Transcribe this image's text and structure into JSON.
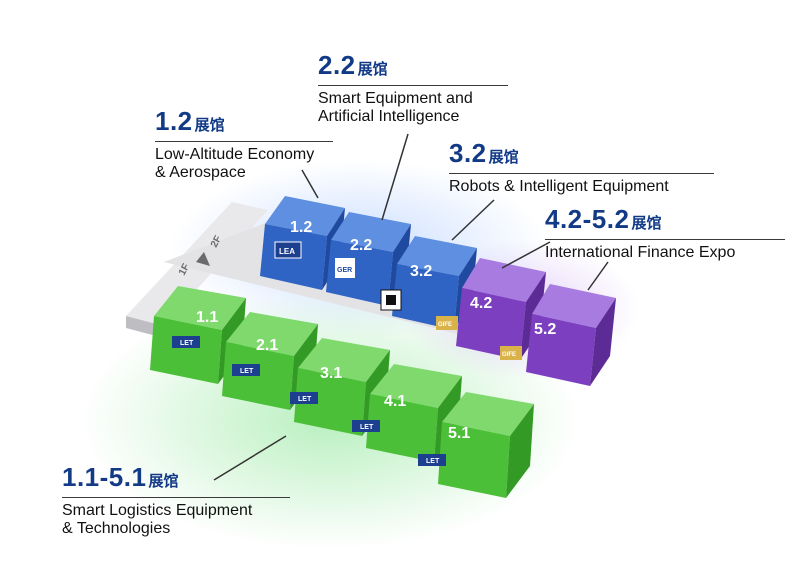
{
  "colors": {
    "blue": "#2f63c4",
    "purple": "#7c3fc0",
    "green": "#4cbf38",
    "navy": "#123a86",
    "corridor": "#d9d9dc"
  },
  "floors": {
    "upper": "2F",
    "lower": "1F"
  },
  "halls": {
    "h1_2": {
      "label": "1.2",
      "logo": "LEA"
    },
    "h2_2": {
      "label": "2.2",
      "logo": "GER"
    },
    "h3_2": {
      "label": "3.2",
      "logo": "robot-logo"
    },
    "h4_2": {
      "label": "4.2",
      "logo": "GIFE"
    },
    "h5_2": {
      "label": "5.2",
      "logo": "GIFE"
    },
    "h1_1": {
      "label": "1.1",
      "logo": "LET"
    },
    "h2_1": {
      "label": "2.1",
      "logo": "LET"
    },
    "h3_1": {
      "label": "3.1",
      "logo": "LET"
    },
    "h4_1": {
      "label": "4.1",
      "logo": "LET"
    },
    "h5_1": {
      "label": "5.1",
      "logo": "LET"
    }
  },
  "callouts": {
    "c1_2": {
      "hall": "1.2",
      "suffix": "展馆",
      "desc": [
        "Low-Altitude Economy",
        "& Aerospace"
      ]
    },
    "c2_2": {
      "hall": "2.2",
      "suffix": "展馆",
      "desc": [
        "Smart Equipment and",
        "Artificial Intelligence"
      ]
    },
    "c3_2": {
      "hall": "3.2",
      "suffix": "展馆",
      "desc": [
        "Robots & Intelligent Equipment"
      ]
    },
    "c4_2": {
      "hall": "4.2-5.2",
      "suffix": "展馆",
      "desc": [
        "International Finance Expo"
      ]
    },
    "c1_1": {
      "hall": "1.1-5.1",
      "suffix": "展馆",
      "desc": [
        "Smart Logistics Equipment",
        "& Technologies"
      ]
    }
  }
}
